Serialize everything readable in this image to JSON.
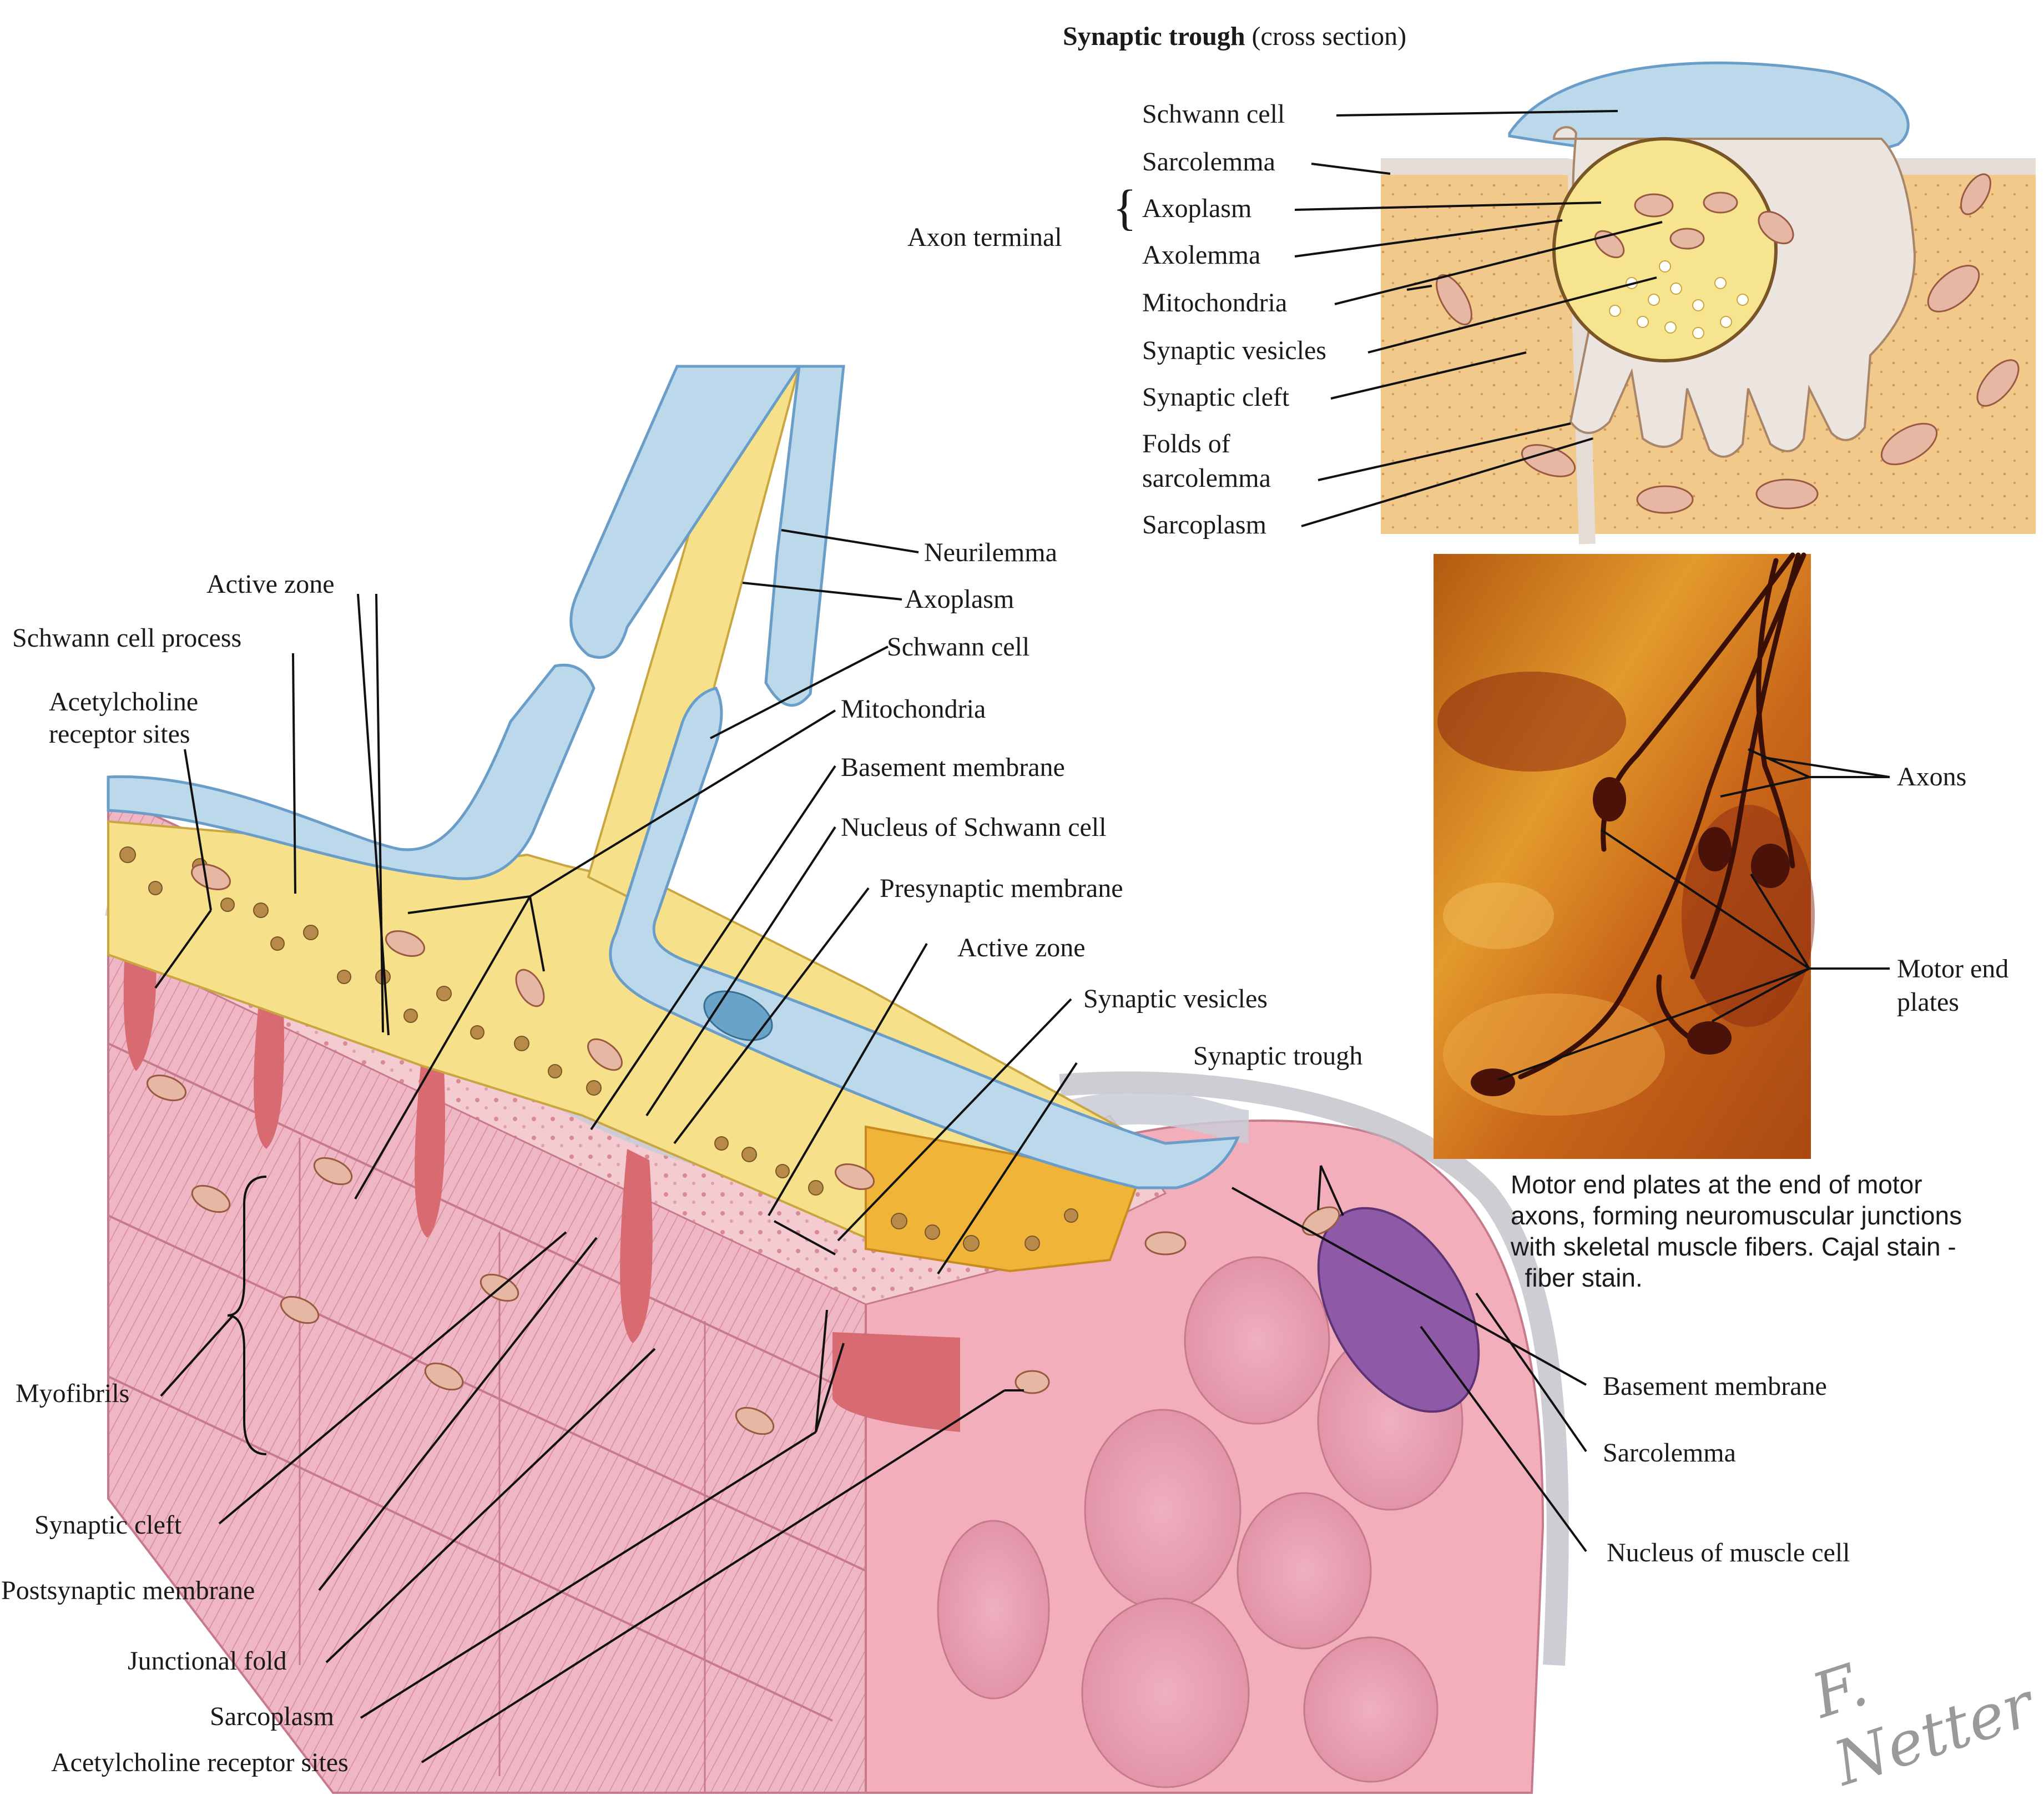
{
  "colors": {
    "schwann": "#bcd9ec",
    "axoplasm": "#f6e08a",
    "muscle_pink": "#f1bfc9",
    "sarcoplasm_tan": "#f1c98a",
    "cleft_red": "#d86b72",
    "nucleus_purple": "#8e5aa8",
    "photo_orange": "#c9691a"
  },
  "inset": {
    "title_bold": "Synaptic trough",
    "title_rest": " (cross section)",
    "labels": {
      "schwann_cell": "Schwann cell",
      "sarcolemma": "Sarcolemma",
      "axon_terminal": "Axon terminal",
      "axoplasm": "Axoplasm",
      "axolemma": "Axolemma",
      "mitochondria": "Mitochondria",
      "synaptic_vesicles": "Synaptic vesicles",
      "synaptic_cleft": "Synaptic cleft",
      "folds_1": "Folds of",
      "folds_2": "sarcolemma",
      "sarcoplasm": "Sarcoplasm"
    }
  },
  "main": {
    "labels": {
      "neurilemma": "Neurilemma",
      "axoplasm": "Axoplasm",
      "schwann_cell": "Schwann cell",
      "mitochondria": "Mitochondria",
      "basement_membrane": "Basement membrane",
      "nucleus_schwann": "Nucleus of Schwann cell",
      "presynaptic_membrane": "Presynaptic membrane",
      "active_zone_right": "Active zone",
      "synaptic_vesicles": "Synaptic vesicles",
      "synaptic_trough": "Synaptic trough",
      "active_zone_left": "Active zone",
      "schwann_cell_process": "Schwann cell process",
      "ach_sites_1": "Acetylcholine",
      "ach_sites_2": "receptor sites",
      "myofibrils": "Myofibrils",
      "synaptic_cleft": "Synaptic cleft",
      "postsynaptic_membrane": "Postsynaptic membrane",
      "junctional_fold": "Junctional fold",
      "sarcoplasm": "Sarcoplasm",
      "ach_sites_bottom": "Acetylcholine receptor sites",
      "basement_membrane_right": "Basement membrane",
      "sarcolemma_right": "Sarcolemma",
      "nucleus_muscle": "Nucleus of muscle cell"
    }
  },
  "photo": {
    "labels": {
      "axons": "Axons",
      "motor_end_1": "Motor end",
      "motor_end_2": "plates"
    },
    "caption_lines": [
      "Motor end plates at the end of motor",
      "axons, forming neuromuscular junctions",
      "with skeletal muscle fibers. Cajal stain -",
      "  fiber stain."
    ]
  },
  "signature": "F. Netter M.D."
}
